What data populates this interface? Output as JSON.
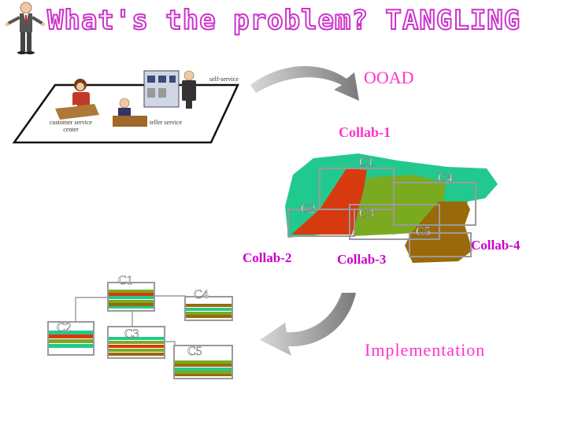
{
  "title": "What's the problem?  TANGLING",
  "ooad_label": "OOAD",
  "implementation_label": "Implementation",
  "bank_scene": {
    "self_service": "self-service",
    "customer_service": "customer service center",
    "teller_service": "teller service"
  },
  "collaborations": {
    "collab1": "Collab-1",
    "collab2": "Collab-2",
    "collab3": "Collab-3",
    "collab4": "Collab-4"
  },
  "blob_modules": [
    "C1",
    "C2",
    "C3",
    "C4",
    "C5"
  ],
  "impl_modules": [
    "C1",
    "C2",
    "C3",
    "C4",
    "C5"
  ],
  "colors": {
    "title_outline": "#cc33cc",
    "label_pink": "#ff33cc",
    "collab_magenta": "#cc00cc",
    "collab1_teal": "#22c98e",
    "collab2_red": "#d83a10",
    "collab3_green": "#7aaa20",
    "collab4_brown": "#9a6a0a",
    "module_box_gray": "#9a9a9a"
  }
}
